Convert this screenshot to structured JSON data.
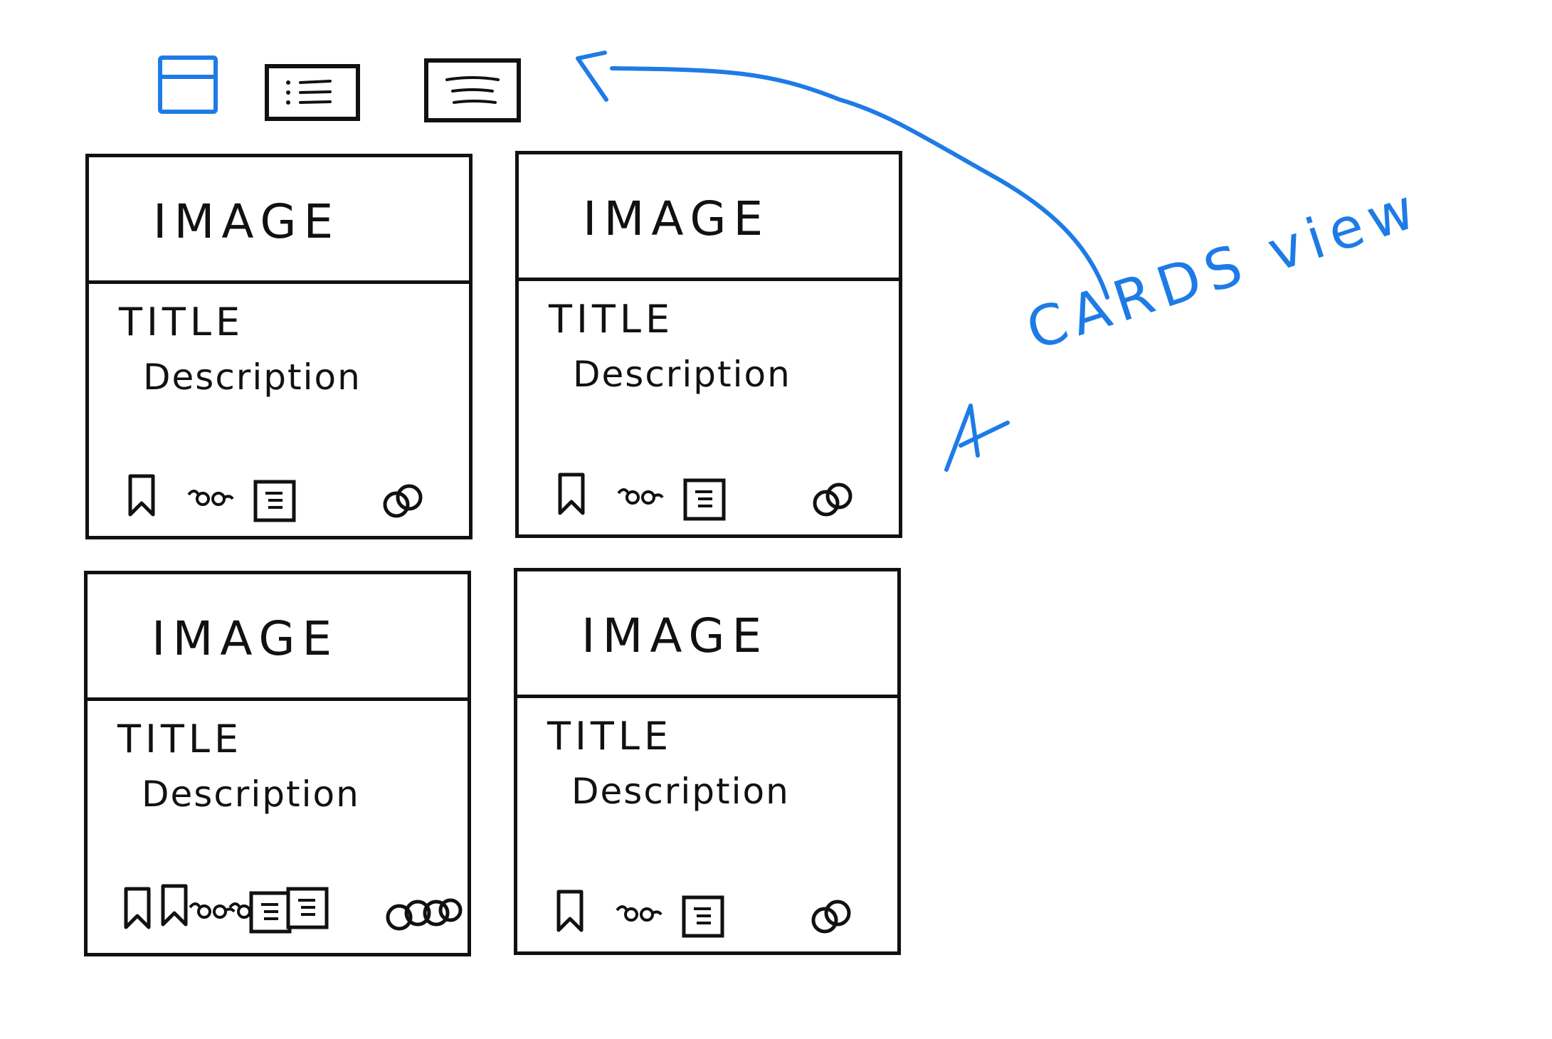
{
  "toolbar": {
    "views": [
      {
        "name": "cards-view-toggle",
        "icon": "cards-view-icon",
        "active": true
      },
      {
        "name": "list-view-toggle",
        "icon": "bulleted-list-icon",
        "active": false
      },
      {
        "name": "compact-view-toggle",
        "icon": "text-lines-icon",
        "active": false
      }
    ]
  },
  "cards": [
    {
      "image": "IMAGE",
      "title": "TITLE",
      "description": "Description"
    },
    {
      "image": "IMAGE",
      "title": "TITLE",
      "description": "Description"
    },
    {
      "image": "IMAGE",
      "title": "TITLE",
      "description": "Description"
    },
    {
      "image": "IMAGE",
      "title": "TITLE",
      "description": "Description"
    }
  ],
  "card_actions": [
    "bookmark-icon",
    "glasses-icon",
    "document-icon",
    "link-icon"
  ],
  "annotation": {
    "text": "CARDS view",
    "marker": "A"
  },
  "colors": {
    "ink": "#111111",
    "accent": "#1e7be6"
  }
}
